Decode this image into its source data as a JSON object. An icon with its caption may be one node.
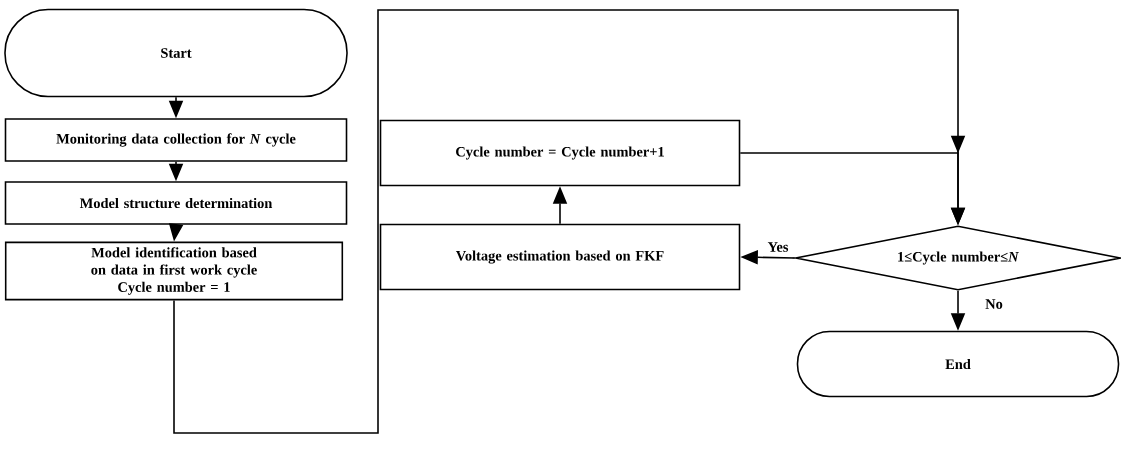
{
  "diagram": {
    "nodes": [
      {
        "text": [
          "Start"
        ]
      },
      {
        "text": [
          "Monitoring data collection for *N* cycle"
        ]
      },
      {
        "text": [
          "Model structure determination"
        ]
      },
      {
        "text": [
          "Model identification based on data in first work cycle",
          "Cycle number = 1"
        ]
      },
      {
        "text": [
          "Cycle number = Cycle number+1"
        ]
      },
      {
        "text": [
          "Voltage estimation based on FKF"
        ]
      },
      {
        "text": [
          "1≤Cycle number≤*N*"
        ]
      },
      {
        "text": [
          "End"
        ]
      }
    ],
    "edges": [
      {
        "from": 0,
        "to": 1,
        "arrow": "to"
      },
      {
        "from": 1,
        "to": 2,
        "arrow": "to"
      },
      {
        "from": 2,
        "to": 3,
        "arrow": "to"
      },
      {
        "from": 3,
        "to": 6,
        "arrow": "to"
      },
      {
        "from": 4,
        "to": 6,
        "arrow": "to"
      },
      {
        "from": 6,
        "to": 5,
        "arrow": "to",
        "label": "Yes"
      },
      {
        "from": 5,
        "to": 4,
        "arrow": "to"
      },
      {
        "from": 6,
        "to": 7,
        "arrow": "to",
        "label": "No"
      }
    ]
  }
}
